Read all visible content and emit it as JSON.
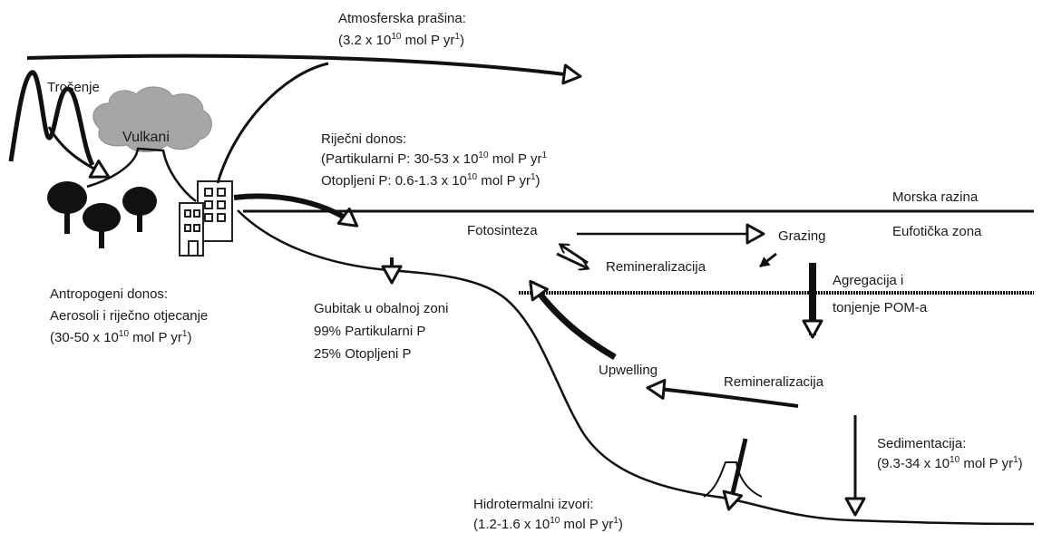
{
  "labels": {
    "atmospheric_dust": "Atmosferska prašina:",
    "weathering": "Trošenje",
    "volcanoes": "Vulkani",
    "river_input": "Riječni donos:",
    "sea_level": "Morska razina",
    "euphotic_zone": "Eufotička zona",
    "photosynthesis": "Fotosinteza",
    "grazing": "Grazing",
    "remineralization_upper": "Remineralizacija",
    "aggregation_line1": "Agregacija i",
    "aggregation_line2": "tonjenje POM-a",
    "anthropogenic_line1": "Antropogeni donos:",
    "anthropogenic_line2": "Aerosoli i riječno otjecanje",
    "coastal_loss_title": "Gubitak u obalnoj zoni",
    "coastal_loss_particulate": "99% Partikularni P",
    "coastal_loss_dissolved": "25% Otopljeni P",
    "upwelling": "Upwelling",
    "remineralization_lower": "Remineralizacija",
    "sedimentation": "Sedimentacija:",
    "hydrothermal": "Hidrotermalni izvori:"
  },
  "fluxes": {
    "atmospheric_dust": {
      "open": "(3.2 x 10",
      "exp": "10",
      "unit": " mol P yr",
      "unit_exp": "1",
      "close": ")"
    },
    "river_particulate": {
      "open": "(Partikularni P: 30-53 x 10",
      "exp": "10",
      "unit": " mol P yr",
      "unit_exp": "1",
      "close": ""
    },
    "river_dissolved": {
      "open": "Otopljeni P: 0.6-1.3 x 10",
      "exp": "10",
      "unit": " mol P yr",
      "unit_exp": "1",
      "close": ")"
    },
    "anthropogenic": {
      "open": "(30-50 x 10",
      "exp": "10",
      "unit": " mol P yr",
      "unit_exp": "1",
      "close": ")"
    },
    "sedimentation": {
      "open": "(9.3-34 x 10",
      "exp": "10",
      "unit": " mol P yr",
      "unit_exp": "1",
      "close": ")"
    },
    "hydrothermal": {
      "open": "(1.2-1.6 x 10",
      "exp": "10",
      "unit": " mol P yr",
      "unit_exp": "1",
      "close": ")"
    }
  }
}
